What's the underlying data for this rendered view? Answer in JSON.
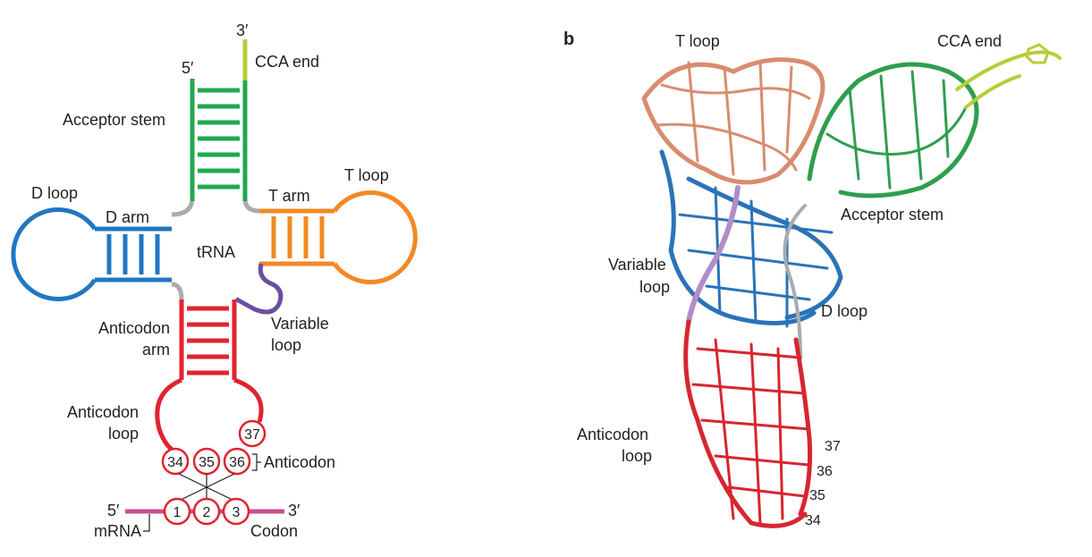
{
  "panel_b": "b",
  "left": {
    "five_prime": "5′",
    "three_prime": "3′",
    "cca_end": "CCA end",
    "acceptor_stem": "Acceptor stem",
    "d_loop": "D loop",
    "d_arm": "D arm",
    "t_arm": "T arm",
    "t_loop": "T loop",
    "trna": "tRNA",
    "variable_line1": "Variable",
    "variable_line2": "loop",
    "anticodon_arm_line1": "Anticodon",
    "anticodon_arm_line2": "arm",
    "anticodon_loop_line1": "Anticodon",
    "anticodon_loop_line2": "loop",
    "anticodon": "Anticodon",
    "codon": "Codon",
    "mrna": "mRNA",
    "mrna_five": "5′",
    "mrna_three": "3′",
    "n37": "37",
    "n34": "34",
    "n35": "35",
    "n36": "36",
    "c1": "1",
    "c2": "2",
    "c3": "3"
  },
  "right": {
    "t_loop": "T loop",
    "cca_end": "CCA end",
    "acceptor_stem": "Acceptor stem",
    "variable_line1": "Variable",
    "variable_line2": "loop",
    "d_loop": "D loop",
    "anticodon_line1": "Anticodon",
    "anticodon_line2": "loop",
    "n37": "37",
    "n36": "36",
    "n35": "35",
    "n34": "34"
  },
  "colors": {
    "acceptor": "#1fa84f",
    "cca": "#b9cc3a",
    "d_arm": "#1f77c4",
    "t_arm": "#f08a24",
    "anticodon": "#e0242e",
    "variable": "#6a4fa3",
    "linker": "#a9abae",
    "mrna": "#c9508f",
    "t_loop_3d": "#d98c6f",
    "variable_3d": "#b28dc9"
  }
}
